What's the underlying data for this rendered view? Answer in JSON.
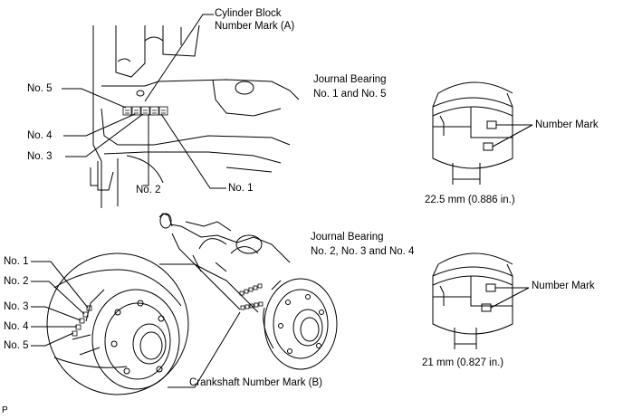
{
  "labels": {
    "cylinder_block_mark": "Cylinder Block\nNumber Mark (A)",
    "journal_bearing_1_5": "Journal Bearing\nNo. 1 and No. 5",
    "journal_bearing_2_3_4": "Journal Bearing\nNo. 2, No. 3 and No. 4",
    "number_mark_top": "Number Mark",
    "number_mark_bottom": "Number Mark",
    "width_top": "22.5 mm (0.886 in.)",
    "width_bottom": "21 mm (0.827 in.)",
    "crankshaft_mark": "Crankshaft Number Mark (B)",
    "footer_code": "P"
  },
  "block_numbers": {
    "no5": "No. 5",
    "no4": "No. 4",
    "no3": "No. 3",
    "no2": "No. 2",
    "no1": "No. 1"
  },
  "crank_numbers": [
    "No. 1",
    "No. 2",
    "No. 3",
    "No. 4",
    "No. 5"
  ]
}
